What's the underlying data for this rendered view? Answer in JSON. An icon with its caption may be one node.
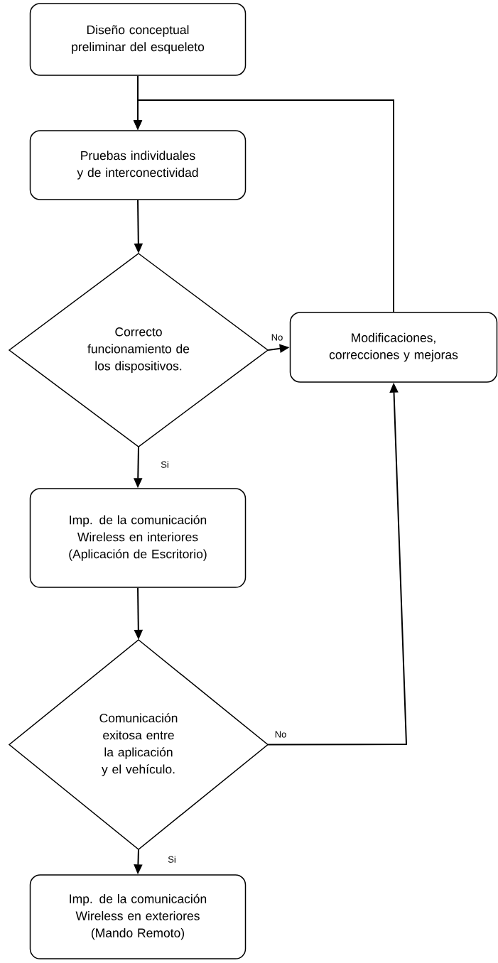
{
  "diagram": {
    "nodes": [
      {
        "text": [
          "Diseño conceptual preliminar del esqueleto"
        ]
      },
      {
        "text": [
          "Pruebas individuales y de interconectividad"
        ]
      },
      {
        "text": [
          "Correcto funcionamiento de los dispositivos."
        ]
      },
      {
        "text": [
          "Modificaciones, correcciones y mejoras"
        ]
      },
      {
        "text": [
          "Imp. de la comunicación Wireless en interiores (Aplicación de Escritorio)"
        ]
      },
      {
        "text": [
          "Comunicación exitosa entre la aplicación y el vehículo."
        ]
      },
      {
        "text": [
          "Imp. de la comunicación Wireless en exteriores (Mando Remoto)"
        ]
      }
    ],
    "edges": [
      {
        "from": 0,
        "to": 1,
        "arrow": "to"
      },
      {
        "from": 3,
        "to": 1,
        "arrow": "to"
      },
      {
        "from": 1,
        "to": 2,
        "arrow": "to"
      },
      {
        "from": 2,
        "to": 3,
        "arrow": "to",
        "label": "No"
      },
      {
        "from": 2,
        "to": 4,
        "arrow": "to",
        "label": "Si"
      },
      {
        "from": 4,
        "to": 5,
        "arrow": "to"
      },
      {
        "from": 5,
        "to": 3,
        "arrow": "to",
        "label": "No"
      },
      {
        "from": 5,
        "to": 6,
        "arrow": "to",
        "label": "Si"
      }
    ]
  }
}
